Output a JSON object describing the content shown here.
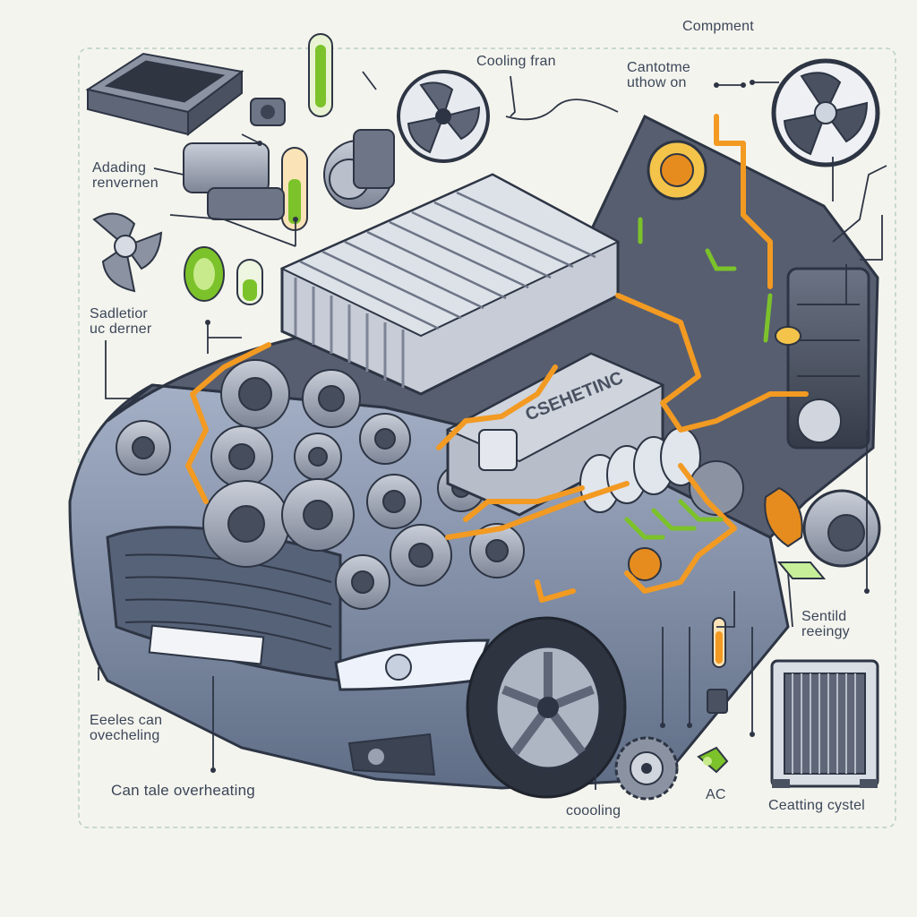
{
  "labels": {
    "component": "Compment",
    "cooling_fan": "Cooling fran",
    "cantotme_1": "Cantotme",
    "cantotme_2": "uthow on",
    "adading_1": "Adading",
    "adading_2": "renvernen",
    "sadletior_1": "Sadletior",
    "sadletior_2": "uc derner",
    "engine_badge": "CSEHETINC",
    "sentild_1": "Sentild",
    "sentild_2": "reeingy",
    "eeeles_1": "Eeeles can",
    "eeeles_2": "ovecheling",
    "can_tale": "Can tale overheating",
    "cooling": "coooling",
    "ac": "AC",
    "ceatting": "Ceatting cystel"
  },
  "colors": {
    "background": "#f4f4ee",
    "outline": "#2d3544",
    "car_body": "#7f8da6",
    "engine_metal": "#9aa2b1",
    "hose_orange": "#f29a22",
    "hose_green": "#7cc22a",
    "label_text": "#3b4658",
    "frame_dash": "#b8cfc4"
  },
  "icons": [
    "air-filter-icon",
    "cooling-fan-icon",
    "fan-icon",
    "fuel-gauge-icon",
    "pump-icon",
    "radiator-icon",
    "ac-plug-icon",
    "water-pump-icon"
  ]
}
